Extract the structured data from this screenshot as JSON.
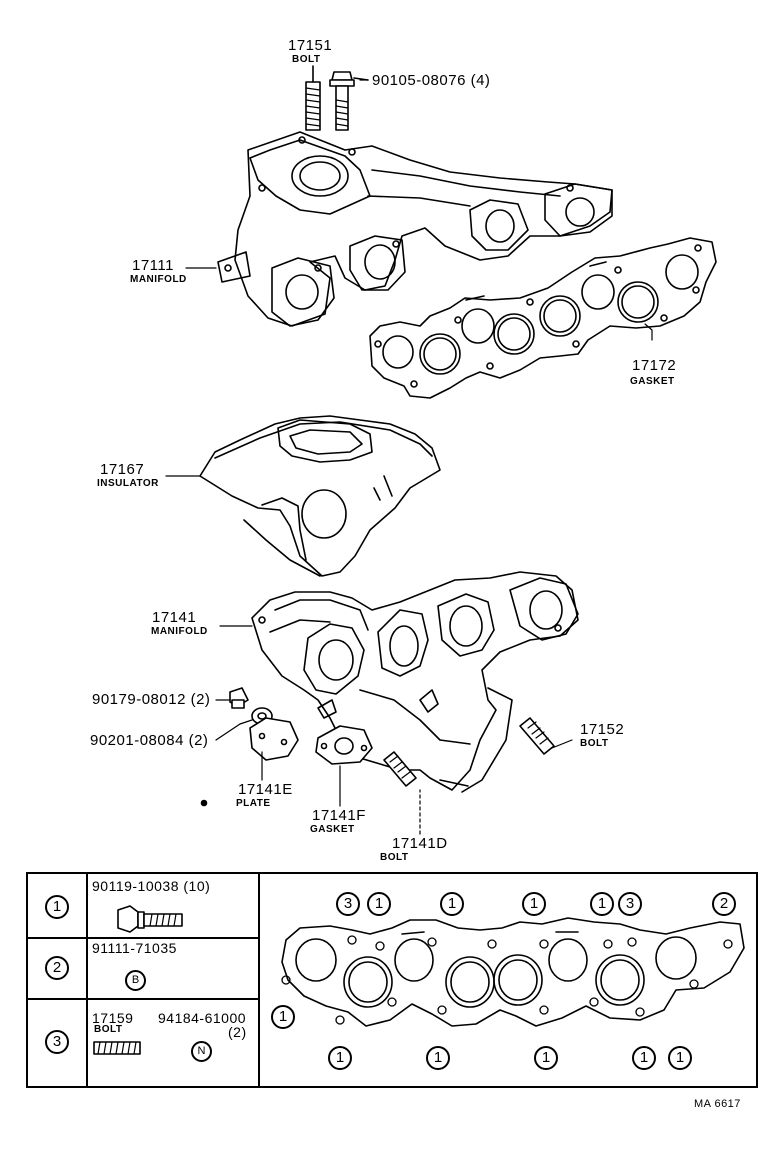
{
  "parts": {
    "p17151": {
      "number": "17151",
      "name": "BOLT"
    },
    "p90105": {
      "number": "90105-08076 (4)"
    },
    "p17111": {
      "number": "17111",
      "name": "MANIFOLD"
    },
    "p17172": {
      "number": "17172",
      "name": "GASKET"
    },
    "p17167": {
      "number": "17167",
      "name": "INSULATOR"
    },
    "p17141": {
      "number": "17141",
      "name": "MANIFOLD"
    },
    "p90179": {
      "number": "90179-08012 (2)"
    },
    "p90201": {
      "number": "90201-08084 (2)"
    },
    "p17152": {
      "number": "17152",
      "name": "BOLT"
    },
    "p17141E": {
      "number": "17141E",
      "name": "PLATE"
    },
    "p17141F": {
      "number": "17141F",
      "name": "GASKET"
    },
    "p17141D": {
      "number": "17141D",
      "name": "BOLT"
    }
  },
  "legend": {
    "row1": {
      "marker": "1",
      "number": "90119-10038 (10)"
    },
    "row2": {
      "marker": "2",
      "number": "91111-71035",
      "symbol": "B"
    },
    "row3": {
      "marker": "3",
      "number_a": "17159",
      "name_a": "BOLT",
      "number_b": "94184-61000",
      "qty_b": "(2)",
      "symbol": "N"
    }
  },
  "gasket_markers": {
    "top": [
      "3",
      "1",
      "1",
      "1",
      "1",
      "3",
      "2"
    ],
    "left": "1",
    "bottom": [
      "1",
      "1",
      "1",
      "1",
      "1"
    ]
  },
  "reference": "MA 6617",
  "icons": [
    "bolt-icon",
    "stud-icon",
    "nut-icon",
    "washer-icon",
    "manifold-drawing",
    "gasket-drawing",
    "insulator-drawing",
    "plate-drawing"
  ]
}
